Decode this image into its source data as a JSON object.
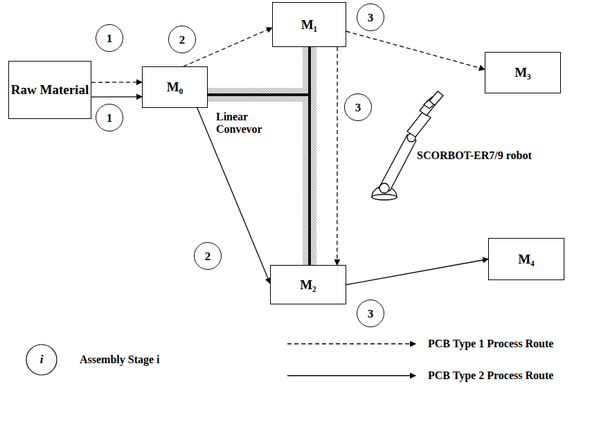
{
  "diagram": {
    "nodes": [
      {
        "text": [
          "Raw Material"
        ]
      },
      {
        "text": [
          "M₀"
        ]
      },
      {
        "text": [
          "M₁"
        ]
      },
      {
        "text": [
          "M₃"
        ]
      },
      {
        "text": [
          "M₂"
        ]
      },
      {
        "text": [
          "M₄"
        ]
      },
      {
        "text": [
          "1"
        ]
      },
      {
        "text": [
          "1"
        ]
      },
      {
        "text": [
          "2"
        ]
      },
      {
        "text": [
          "2"
        ]
      },
      {
        "text": [
          "3"
        ]
      },
      {
        "text": [
          "3"
        ]
      },
      {
        "text": [
          "3"
        ]
      }
    ],
    "edges": [
      {
        "from": 0,
        "to": 1,
        "arrow": "to"
      },
      {
        "from": 0,
        "to": 1,
        "arrow": "to"
      },
      {
        "from": 1,
        "to": 2,
        "arrow": "to"
      },
      {
        "from": 1,
        "to": 4,
        "arrow": "to"
      },
      {
        "from": 2,
        "to": 3,
        "arrow": "to"
      },
      {
        "from": 2,
        "to": 4,
        "arrow": "to"
      },
      {
        "from": 4,
        "to": 5,
        "arrow": "to"
      }
    ],
    "labels": [
      "Linear Convevor",
      "SCORBOT-ER7/9 robot",
      "i"
    ],
    "legend": [
      {
        "text": "Assembly Stage i"
      },
      {
        "text": "PCB Type 1 Process Route"
      },
      {
        "text": "PCB Type 2 Process Route"
      }
    ]
  }
}
